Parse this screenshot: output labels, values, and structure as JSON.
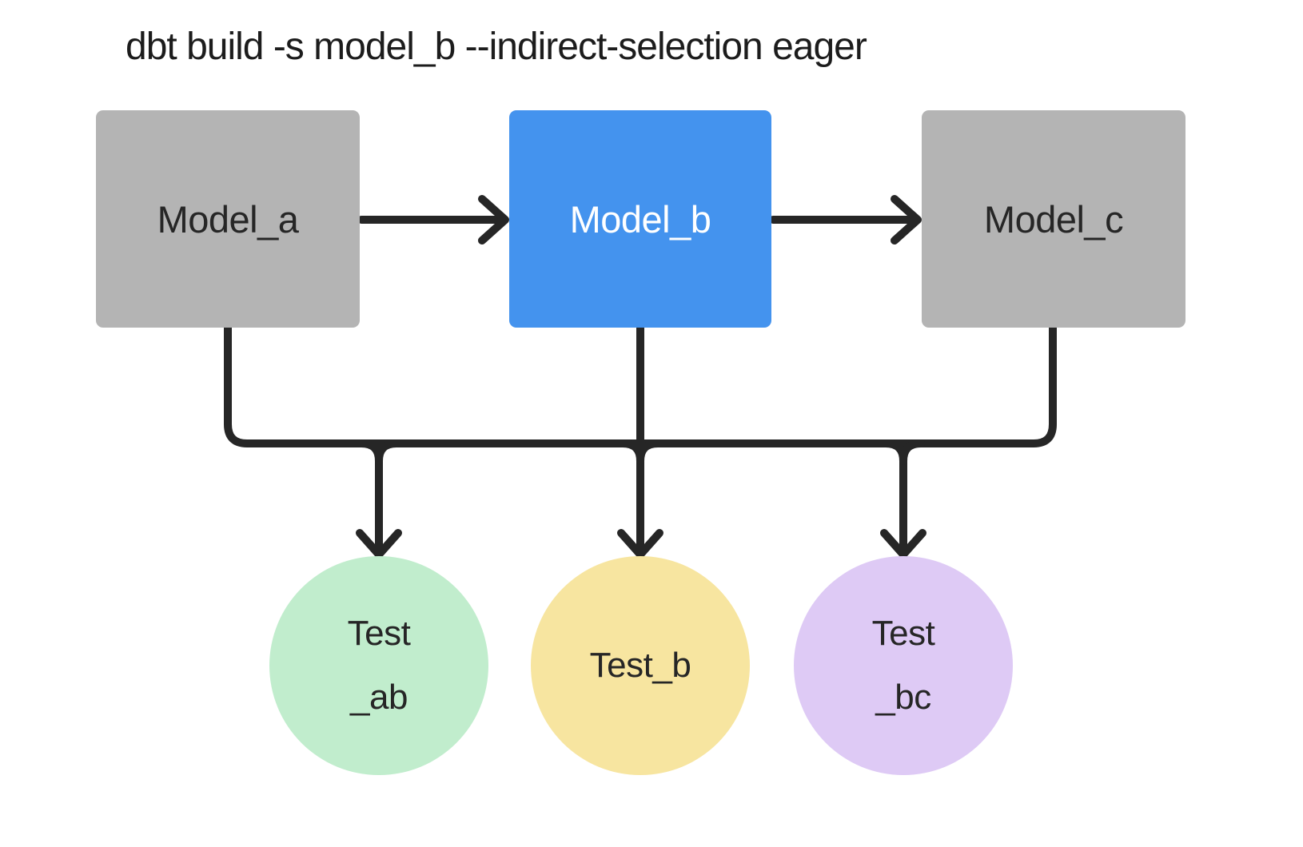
{
  "title": "dbt build -s model_b --indirect-selection eager",
  "nodes": {
    "model_a": {
      "label": "Model_a",
      "fill": "#b4b4b4",
      "text_color": "#262626"
    },
    "model_b": {
      "label": "Model_b",
      "fill": "#4493ee",
      "text_color": "#ffffff"
    },
    "model_c": {
      "label": "Model_c",
      "fill": "#b4b4b4",
      "text_color": "#262626"
    },
    "test_ab": {
      "lines": [
        "Test",
        "_ab"
      ],
      "fill": "#c1edcd",
      "text_color": "#262626"
    },
    "test_b": {
      "lines": [
        "Test_b"
      ],
      "fill": "#f7e5a0",
      "text_color": "#262626"
    },
    "test_bc": {
      "lines": [
        "Test",
        "_bc"
      ],
      "fill": "#decaf5",
      "text_color": "#262626"
    }
  },
  "edges": [
    {
      "from": "model_a",
      "to": "model_b"
    },
    {
      "from": "model_b",
      "to": "model_c"
    },
    {
      "from": "model_a",
      "to": "test_ab"
    },
    {
      "from": "model_b",
      "to": "test_b"
    },
    {
      "from": "model_c",
      "to": "test_bc"
    }
  ],
  "colors": {
    "edge": "#262626",
    "background": "#ffffff"
  }
}
